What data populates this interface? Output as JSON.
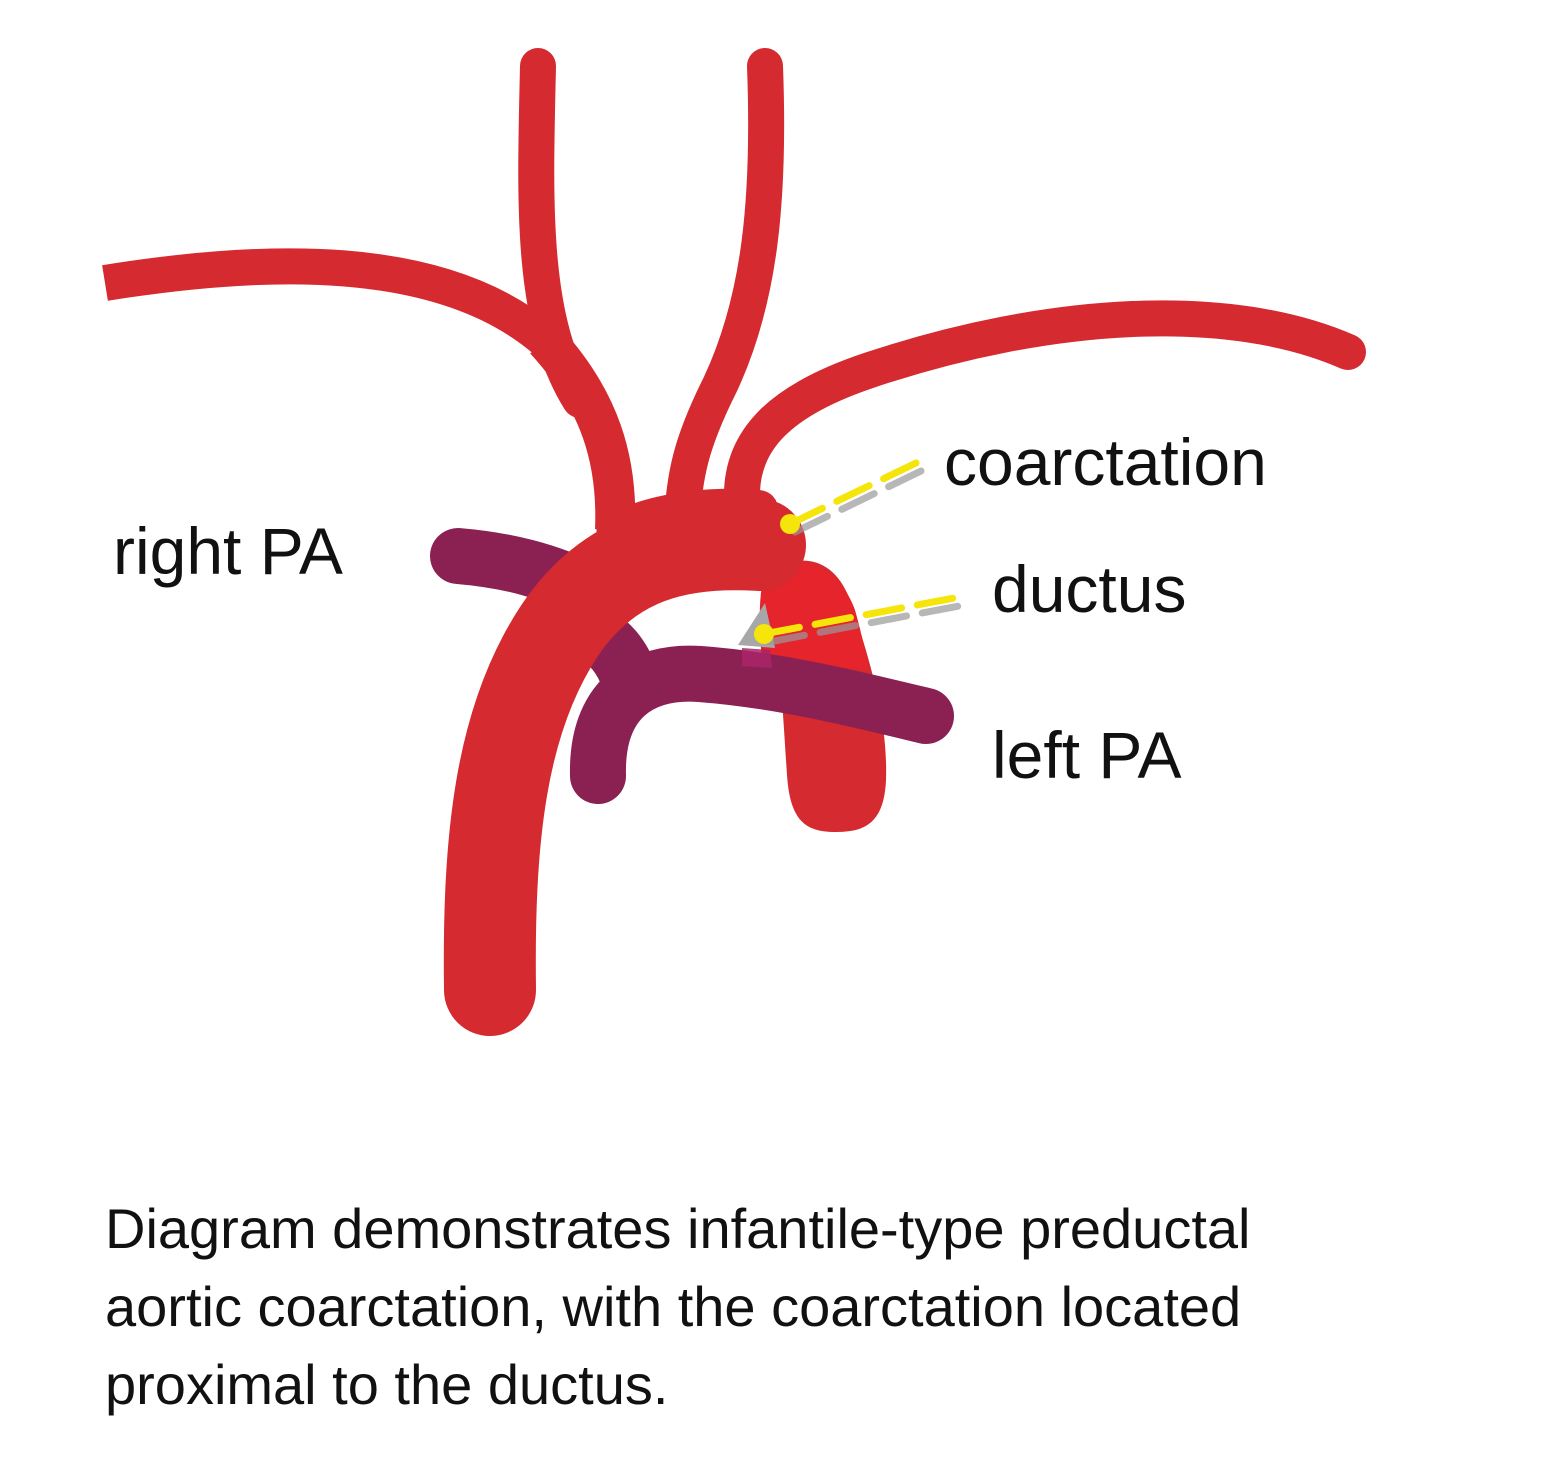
{
  "diagram": {
    "labels": {
      "right_pa": "right PA",
      "coarctation": "coarctation",
      "ductus": "ductus",
      "left_pa": "left PA"
    },
    "caption": {
      "line1": "Diagram demonstrates infantile-type preductal",
      "line2": "aortic coarctation, with the coarctation located",
      "line3": "proximal to the ductus."
    }
  },
  "colors": {
    "aorta": "#d42a30",
    "ductus": "#e5242c",
    "pulmonary_artery": "#8b2152",
    "pointer": "#f5e50a",
    "pointer_shadow": "#9a9a9a",
    "text": "#111111"
  }
}
